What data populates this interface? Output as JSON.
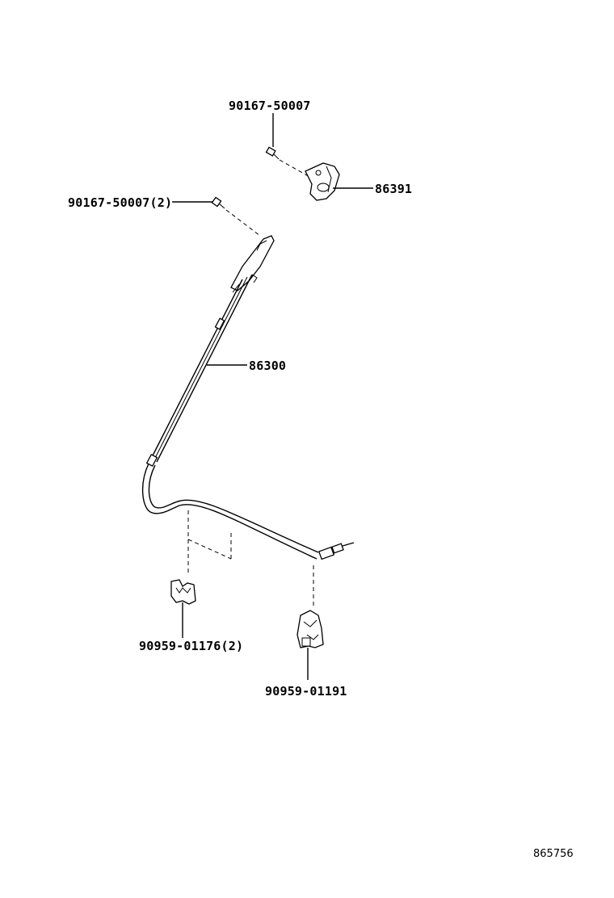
{
  "labels": {
    "bolt_top": "90167-50007",
    "bolt_left": "90167-50007(2)",
    "bracket": "86391",
    "antenna": "86300",
    "clamp_left": "90959-01176(2)",
    "clamp_right": "90959-01191",
    "ref_number": "865756"
  }
}
